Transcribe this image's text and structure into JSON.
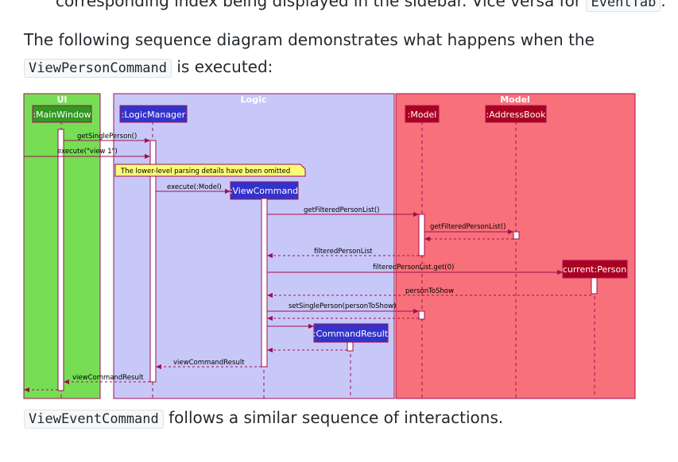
{
  "doc": {
    "top_text": "corresponding index being displayed in the sidebar. Vice versa for",
    "top_code": "EventTab",
    "top_end": ".",
    "intro_text": "The following sequence diagram demonstrates what happens when the",
    "intro_code": "ViewPersonCommand",
    "intro_end": " is executed:",
    "footer_code": "ViewEventCommand",
    "footer_text": " follows a similar sequence of interactions."
  },
  "diagram": {
    "colors": {
      "ui": "#77dd55",
      "logic": "#c8c8f8",
      "model": "#f8707a",
      "ui_participant": "#339922",
      "logic_participant": "#3333cc",
      "model_participant": "#aa0022",
      "arrow": "#a01050",
      "note": "#fbfb77"
    },
    "boxes": {
      "ui": "UI",
      "logic": "Logic",
      "model": "Model"
    },
    "participants": {
      "mainwindow": ":MainWindow",
      "logicmanager": ":LogicManager",
      "viewcommand": ":ViewCommand",
      "model": ":Model",
      "addressbook": ":AddressBook",
      "commandresult": ":CommandResult",
      "person": "current:Person"
    },
    "note": "The lower-level parsing details have been omitted",
    "messages": {
      "m1": "getSinglePerson()",
      "m2": "execute(\"view 1\")",
      "m3": "execute(:Model)",
      "m4": "getFilteredPersonList()",
      "m5": "getFilteredPersonList()",
      "m6": "filteredPersonList",
      "m7": "filteredPersonList.get(0)",
      "m8": "personToShow",
      "m9": "setSinglePerson(personToShow)",
      "m10": "viewCommandResult",
      "m11": "viewCommandResult"
    }
  }
}
